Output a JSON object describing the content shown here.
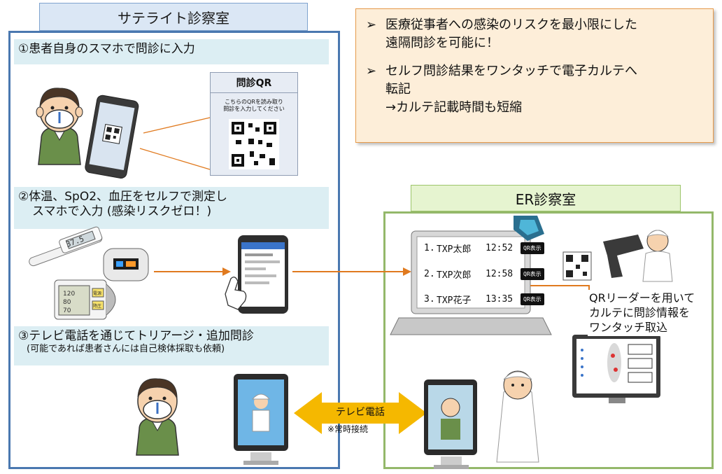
{
  "satellite": {
    "title": "サテライト診察室",
    "step1": "①患者自身のスマホで問診に入力",
    "step2_line1": "②体温、SpO2、血圧をセルフで測定し",
    "step2_line2": "スマホで入力 (感染リスクゼロ！)",
    "step3_line1": "③テレビ電話を通じてトリアージ・追加問診",
    "step3_line2": "(可能であれば患者さんには自己検体採取も依頼)",
    "qr_card": {
      "title": "問診QR",
      "text_line1": "こちらのQRを読み取り",
      "text_line2": "問診を入力してください"
    },
    "thermometer": "37.5",
    "bp_monitor": {
      "v1": "120",
      "v2": "80",
      "v3": "70",
      "b1": "電源",
      "b2": "降圧"
    }
  },
  "summary": {
    "bullet1_line1": "医療従事者への感染のリスクを最小限にした",
    "bullet1_line2": "遠隔問診を可能に！",
    "bullet2_line1": "セルフ問診結果をワンタッチで電子カルテへ",
    "bullet2_line2": "転記",
    "bullet2_line3": "→カルテ記載時間も短縮"
  },
  "er": {
    "title": "ER診察室",
    "patients": [
      {
        "num": "1.",
        "name": "TXP太郎",
        "time": "12:52",
        "button": "QR表示"
      },
      {
        "num": "2.",
        "name": "TXP次郎",
        "time": "12:58",
        "button": "QR表示"
      },
      {
        "num": "3.",
        "name": "TXP花子",
        "time": "13:35",
        "button": "QR表示"
      }
    ],
    "qr_reader_line1": "QRリーダーを用いて",
    "qr_reader_line2": "カルテに問診情報を",
    "qr_reader_line3": "ワンタッチ取込"
  },
  "videocall": {
    "label": "テレビ電話",
    "note": "※常時接続"
  },
  "colors": {
    "satellite_border": "#4a78b0",
    "er_border": "#94b86a",
    "arrow_orange": "#e07a1f",
    "tv_arrow": "#f5b800"
  }
}
